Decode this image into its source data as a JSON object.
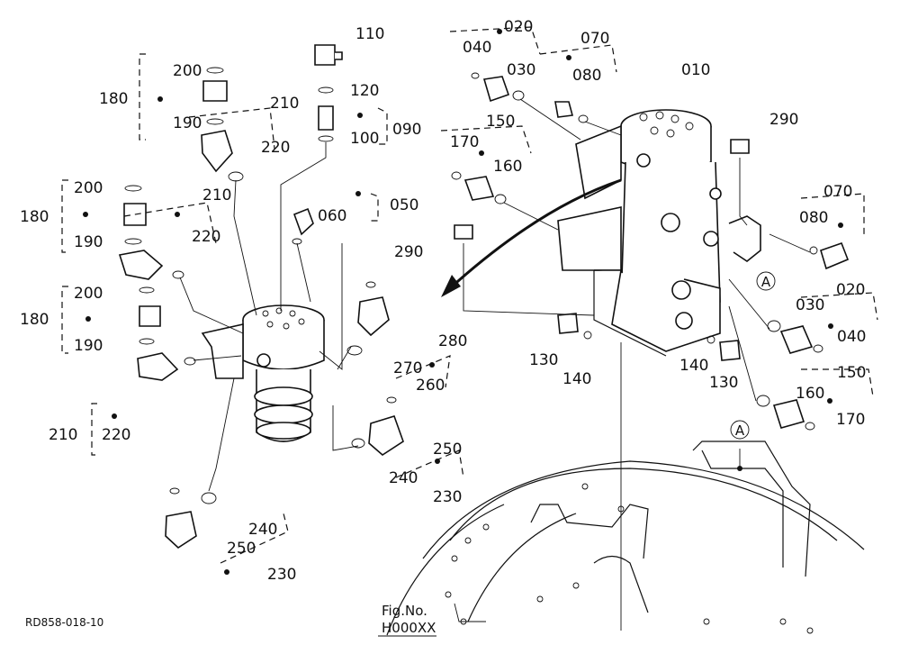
{
  "callouts": {
    "p110": "110",
    "p120": "120",
    "p100": "100",
    "p090": "090",
    "p200a": "200",
    "p180a": "180",
    "p190a": "190",
    "p210a": "210",
    "p220a": "220",
    "p200b": "200",
    "p180b": "180",
    "p190b": "190",
    "p210b": "210",
    "p220b": "220",
    "p050": "050",
    "p060": "060",
    "p200c": "200",
    "p180c": "180",
    "p190c": "190",
    "p210c": "210",
    "p220c": "220",
    "p280": "280",
    "p270": "270",
    "p260": "260",
    "p250a": "250",
    "p240a": "240",
    "p230a": "230",
    "p240b": "240",
    "p250b": "250",
    "p230b": "230",
    "p020a": "020",
    "p040a": "040",
    "p030a": "030",
    "p070a": "070",
    "p080a": "080",
    "p010": "010",
    "p150a": "150",
    "p170a": "170",
    "p160a": "160",
    "p290a": "290",
    "p290b": "290",
    "p070b": "070",
    "p080b": "080",
    "p020b": "020",
    "p030b": "030",
    "p040b": "040",
    "p130a": "130",
    "p140a": "140",
    "p140b": "140",
    "p130b": "130",
    "p150b": "150",
    "p160b": "160",
    "p170b": "170"
  },
  "markers": {
    "a1": "A",
    "a2": "A"
  },
  "figref": {
    "line1": "Fig.No.",
    "line2": "H000XX"
  },
  "drawing_id": "RD858-018-10"
}
